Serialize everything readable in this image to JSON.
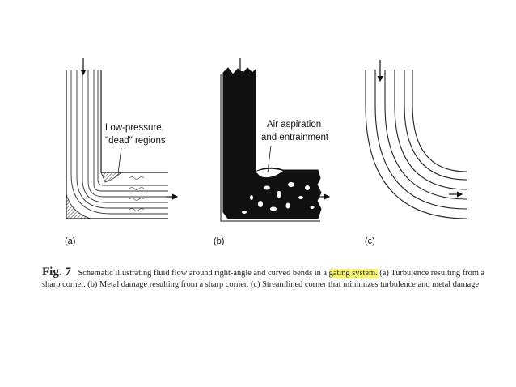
{
  "panels": [
    {
      "id": "a",
      "label": "(a)",
      "annotation_lines": [
        "Low-pressure,",
        "\"dead\" regions"
      ]
    },
    {
      "id": "b",
      "label": "(b)",
      "annotation_lines": [
        "Air aspiration",
        "and entrainment"
      ]
    },
    {
      "id": "c",
      "label": "(c)",
      "annotation_lines": []
    }
  ],
  "caption": {
    "fig_number": "Fig. 7",
    "text_before": " Schematic illustrating fluid flow around right-angle and curved bends in a ",
    "highlight": "gating system.",
    "text_after": " (a) Turbulence resulting from a sharp corner. (b) Metal damage resulting from a sharp corner. (c) Streamlined corner that minimizes turbulence and metal damage",
    "highlight_color": "#f4f27a"
  }
}
